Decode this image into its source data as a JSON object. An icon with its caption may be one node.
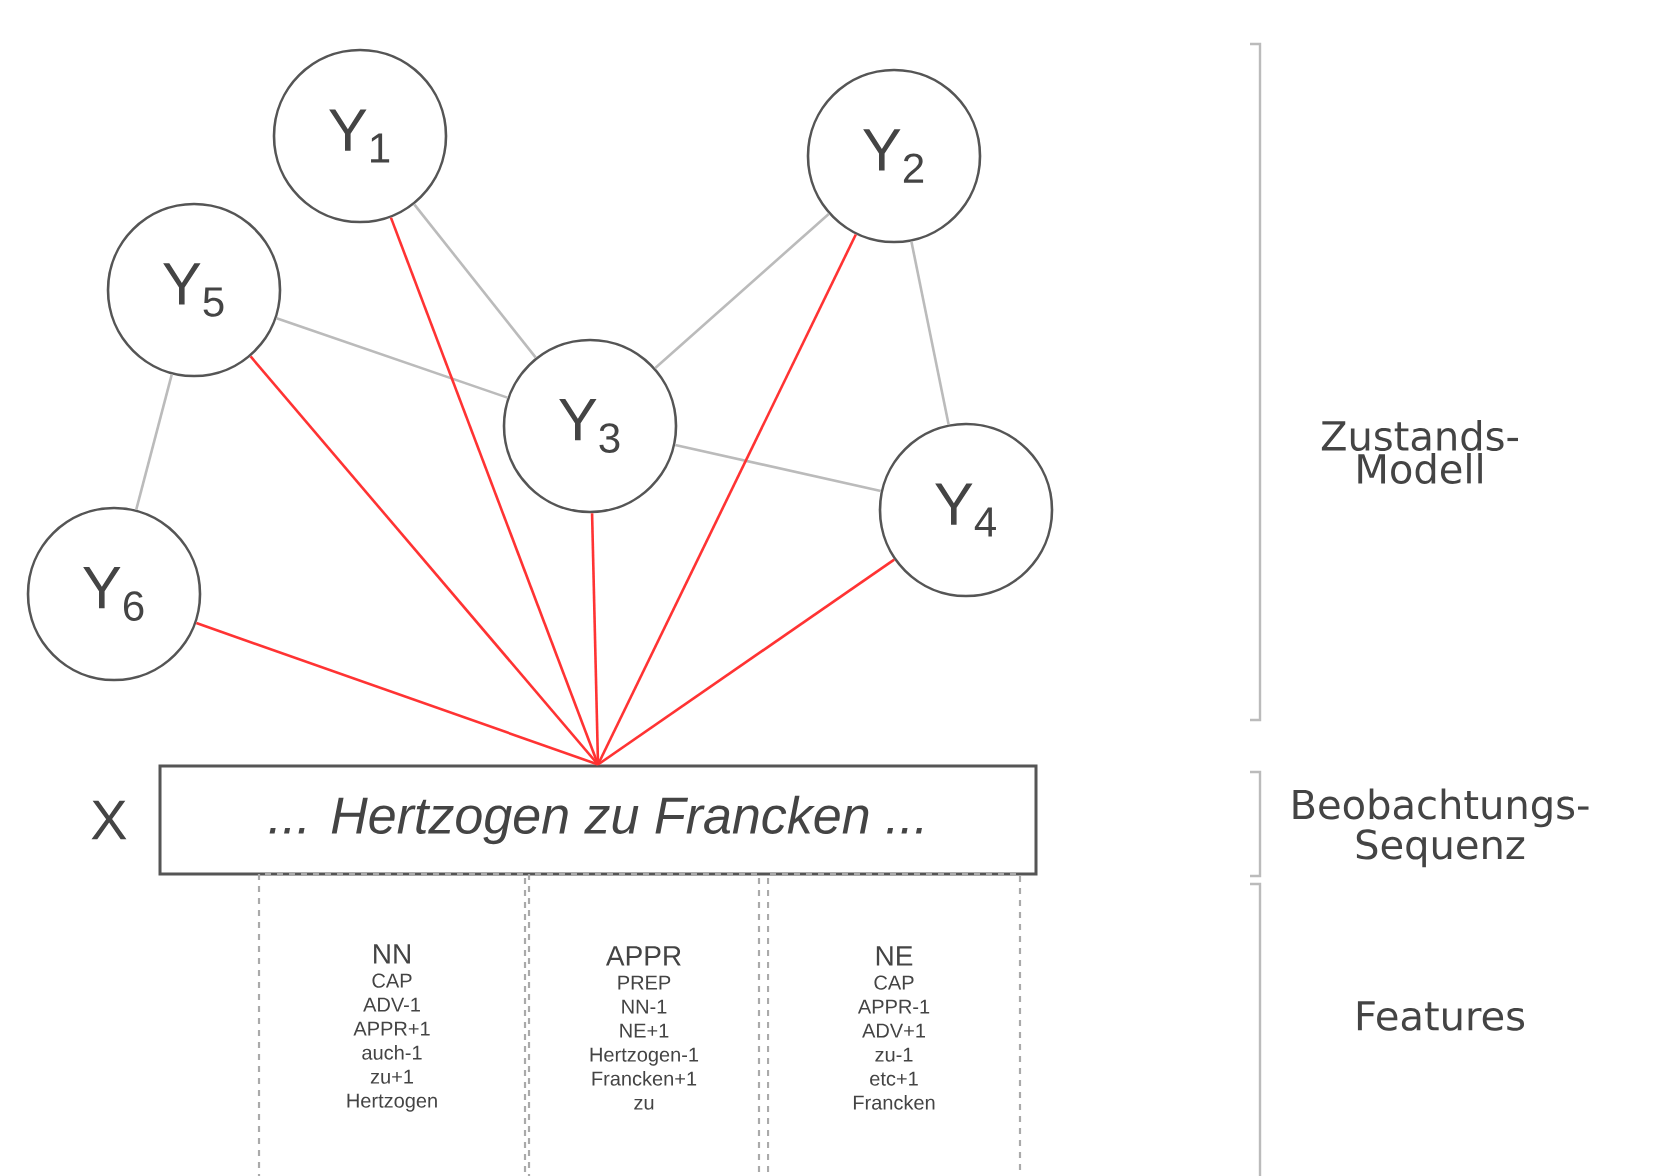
{
  "diagram": {
    "nodes": [
      {
        "text": [
          "Y$_{1}$"
        ]
      },
      {
        "text": [
          "Y$_{2}$"
        ]
      },
      {
        "text": [
          "Y$_{3}$"
        ]
      },
      {
        "text": [
          "Y$_{4}$"
        ]
      },
      {
        "text": [
          "Y$_{5}$"
        ]
      },
      {
        "text": [
          "Y$_{6}$"
        ]
      },
      {
        "text": [
          "... Hertzogen   zu   Francken ..."
        ],
        "beside": [
          "X"
        ]
      },
      {
        "text": [
          "NN",
          "CAP",
          "ADV-1",
          "APPR+1",
          "auch-1",
          "zu+1",
          "Hertzogen"
        ]
      },
      {
        "text": [
          "APPR",
          "PREP",
          "NN-1",
          "NE+1",
          "Hertzogen-1",
          "Francken+1",
          "zu"
        ]
      },
      {
        "text": [
          "NE",
          "CAP",
          "APPR-1",
          "ADV+1",
          "zu-1",
          "etc+1",
          "Francken"
        ]
      }
    ],
    "edges": [
      {
        "from": 0,
        "to": 2,
        "arrow": "none"
      },
      {
        "from": 1,
        "to": 2,
        "arrow": "none"
      },
      {
        "from": 1,
        "to": 3,
        "arrow": "none"
      },
      {
        "from": 4,
        "to": 2,
        "arrow": "none"
      },
      {
        "from": 2,
        "to": 3,
        "arrow": "none"
      },
      {
        "from": 4,
        "to": 5,
        "arrow": "none"
      },
      {
        "from": 0,
        "to": 6,
        "arrow": "none",
        "color": "#ff3333"
      },
      {
        "from": 1,
        "to": 6,
        "arrow": "none",
        "color": "#ff3333"
      },
      {
        "from": 2,
        "to": 6,
        "arrow": "none",
        "color": "#ff3333"
      },
      {
        "from": 3,
        "to": 6,
        "arrow": "none",
        "color": "#ff3333"
      },
      {
        "from": 4,
        "to": 6,
        "arrow": "none",
        "color": "#ff3333"
      },
      {
        "from": 5,
        "to": 6,
        "arrow": "none",
        "color": "#ff3333"
      }
    ],
    "labels": [
      "Zustands- Modell",
      "Beobachtungs- Sequenz",
      "Features"
    ]
  }
}
